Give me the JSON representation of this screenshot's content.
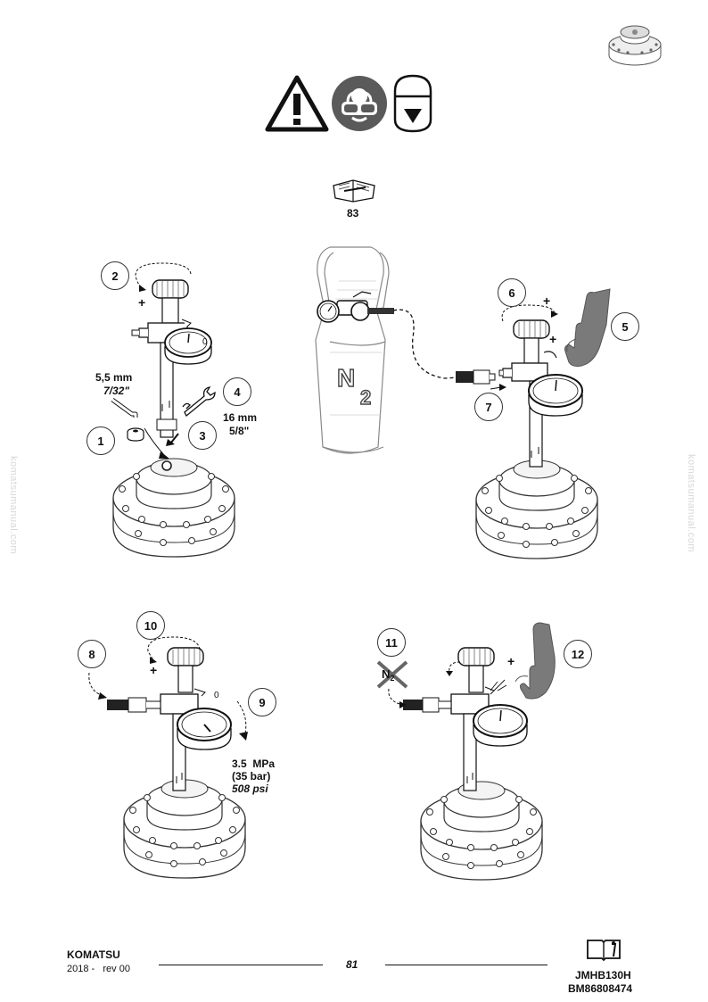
{
  "manual_ref": {
    "page": "83"
  },
  "steps": {
    "s1": "1",
    "s2": "2",
    "s3": "3",
    "s4": "4",
    "s5": "5",
    "s6": "6",
    "s7": "7",
    "s8": "8",
    "s9": "9",
    "s10": "10",
    "s11": "11",
    "s12": "12"
  },
  "specs": {
    "hex_key_mm": "5,5 mm",
    "hex_key_in": "7/32\"",
    "wrench_mm": "16 mm",
    "wrench_in": "5/8\"",
    "pressure_mpa": "3.5  MPa",
    "pressure_bar": "(35 bar)",
    "pressure_psi": "508 psi"
  },
  "symbols": {
    "plus": "+",
    "gauge_zero": "0",
    "n2": "N",
    "n2_sub": "2"
  },
  "watermark": "komatsumanual.com",
  "footer": {
    "brand": "KOMATSU",
    "year_rev": "2018 -   rev 00",
    "page_number": "81",
    "model": "JMHB130H",
    "doc_code": "BM86808474"
  },
  "icons": [
    "warning-triangle-icon",
    "eye-protection-icon",
    "accumulator-icon",
    "manual-book-icon",
    "accumulator-thumbnail-icon",
    "nitrogen-cylinder-icon"
  ]
}
